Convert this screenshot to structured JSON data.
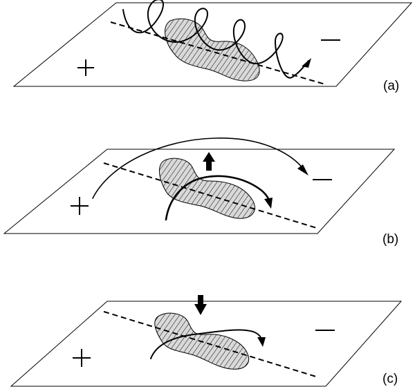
{
  "figure": {
    "panels": [
      {
        "id": "a",
        "label": "(a)",
        "polarity_positive": "+",
        "polarity_negative": "−",
        "field_line_style": "helical"
      },
      {
        "id": "b",
        "label": "(b)",
        "polarity_positive": "+",
        "polarity_negative": "−",
        "field_line_style": "arched",
        "vertical_arrow": "up"
      },
      {
        "id": "c",
        "label": "(c)",
        "polarity_positive": "+",
        "polarity_negative": "−",
        "field_line_style": "sheared",
        "vertical_arrow": "down"
      }
    ],
    "colors": {
      "ink": "#000000",
      "background": "#ffffff"
    }
  }
}
